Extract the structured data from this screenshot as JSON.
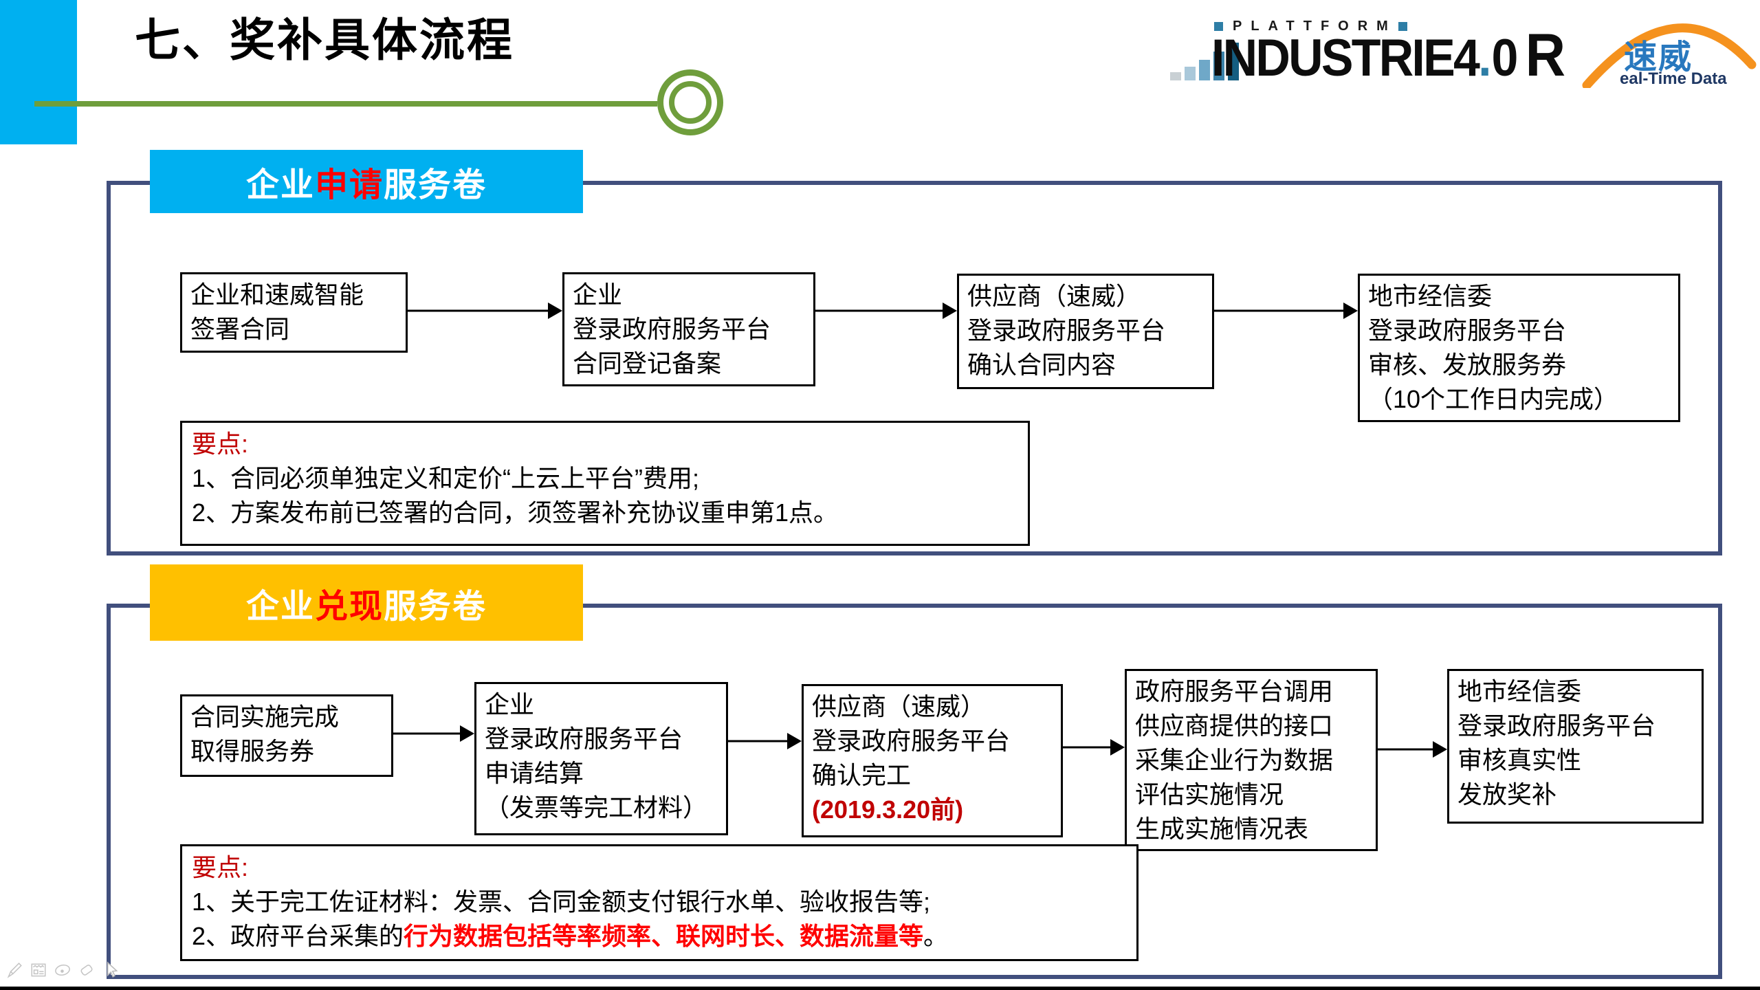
{
  "title": "七、奖补具体流程",
  "logo": {
    "plattform": "PLATTFORM",
    "brand": "INDUSTRIE",
    "brand_4": "4",
    "brand_dot": ".",
    "brand_0": "0",
    "brand_r": "R",
    "brand_cn": "速威",
    "brand_sub": "eal-Time Data",
    "bar_chart_icon": "ascending-bar-chart-icon",
    "bar_colors": [
      "#c9d0d4",
      "#a9c8da",
      "#6fa8c8",
      "#3a82aa",
      "#155e81"
    ],
    "accent_blue": "#2E7EA6",
    "orange": "#F5921E",
    "cn_blue": "#2878BE",
    "sub_navy": "#1F3864"
  },
  "sections": [
    {
      "name": "apply",
      "header": [
        {
          "t": "企业"
        },
        {
          "t": "申请",
          "c": "red"
        },
        {
          "t": "服务卷"
        }
      ],
      "header_color": "#00B0F0",
      "boxes": [
        {
          "lines": [
            [
              {
                "t": "企业和速威智能"
              }
            ],
            [
              {
                "t": "签署合同"
              }
            ]
          ]
        },
        {
          "lines": [
            [
              {
                "t": "企业"
              }
            ],
            [
              {
                "t": "登录政府服务平台"
              }
            ],
            [
              {
                "t": "合同登记备案"
              }
            ]
          ]
        },
        {
          "lines": [
            [
              {
                "t": "供应商（速威）"
              }
            ],
            [
              {
                "t": "登录政府服务平台"
              }
            ],
            [
              {
                "t": "确认合同内容"
              }
            ]
          ]
        },
        {
          "lines": [
            [
              {
                "t": "地市经信委"
              }
            ],
            [
              {
                "t": "登录政府服务平台"
              }
            ],
            [
              {
                "t": "审核、发放服务券"
              }
            ],
            [
              {
                "t": "（10个工作日内完成）"
              }
            ]
          ]
        }
      ],
      "notes": [
        [
          {
            "t": "要点:",
            "c": "note-red"
          }
        ],
        [
          {
            "t": "1、合同必须单独定义和定价“上云上平台”费用;"
          }
        ],
        [
          {
            "t": "2、方案发布前已签署的合同，须签署补充协议重申第1点。"
          }
        ]
      ]
    },
    {
      "name": "redeem",
      "header": [
        {
          "t": "企业"
        },
        {
          "t": "兑现",
          "c": "red"
        },
        {
          "t": "服务卷"
        }
      ],
      "header_color": "#FFC000",
      "boxes": [
        {
          "lines": [
            [
              {
                "t": "合同实施完成"
              }
            ],
            [
              {
                "t": "取得服务券"
              }
            ]
          ]
        },
        {
          "lines": [
            [
              {
                "t": "企业"
              }
            ],
            [
              {
                "t": "登录政府服务平台"
              }
            ],
            [
              {
                "t": "申请结算"
              }
            ],
            [
              {
                "t": "（发票等完工材料）"
              }
            ]
          ]
        },
        {
          "lines": [
            [
              {
                "t": "供应商（速威）"
              }
            ],
            [
              {
                "t": "登录政府服务平台"
              }
            ],
            [
              {
                "t": "确认完工"
              }
            ],
            [
              {
                "t": "(2019.3.20前)",
                "c": "date-red"
              }
            ]
          ]
        },
        {
          "lines": [
            [
              {
                "t": "政府服务平台调用"
              }
            ],
            [
              {
                "t": "供应商提供的接口"
              }
            ],
            [
              {
                "t": "采集企业行为数据"
              }
            ],
            [
              {
                "t": "评估实施情况"
              }
            ],
            [
              {
                "t": "生成实施情况表"
              }
            ]
          ]
        },
        {
          "lines": [
            [
              {
                "t": "地市经信委"
              }
            ],
            [
              {
                "t": "登录政府服务平台"
              }
            ],
            [
              {
                "t": "审核真实性"
              }
            ],
            [
              {
                "t": "发放奖补"
              }
            ]
          ]
        }
      ],
      "notes": [
        [
          {
            "t": "要点:",
            "c": "note-red"
          }
        ],
        [
          {
            "t": "1、关于完工佐证材料：发票、合同金额支付银行水单、验收报告等;"
          }
        ],
        [
          {
            "t": "2、政府平台采集的"
          },
          {
            "t": "行为数据包括等率频率、联网时长、数据流量等",
            "c": "red-bold"
          },
          {
            "t": "。"
          }
        ]
      ]
    }
  ],
  "toolbar": {
    "icons": [
      "pen-icon",
      "annotation-menu-icon",
      "laser-pointer-icon",
      "eraser-icon",
      "cursor-icon"
    ]
  },
  "colors": {
    "corner_blue": "#00B0F0",
    "green": "#6F9E3C",
    "container_border": "#414F7D",
    "section1_header_bg": "#00B0F0",
    "section2_header_bg": "#FFC000",
    "red": "#FF0000",
    "dark_red": "#C00000"
  }
}
